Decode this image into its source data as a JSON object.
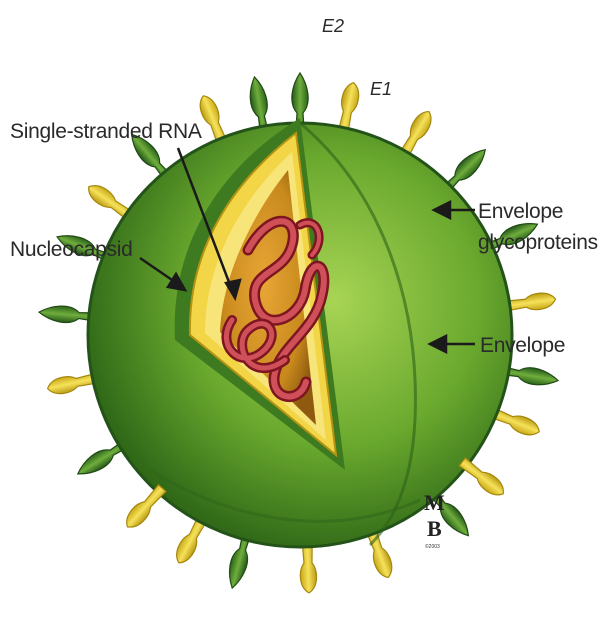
{
  "labels": {
    "e2": "E2",
    "e1": "E1",
    "rna": "Single-stranded RNA",
    "nucleocapsid": "Nucleocapsid",
    "glyco_line1": "Envelope",
    "glyco_line2": "glycoproteins",
    "envelope": "Envelope"
  },
  "artist_mark": {
    "letters": "M B",
    "caption": "©2003"
  },
  "colors": {
    "envelope_dark": "#2f6b18",
    "envelope_mid": "#5e9d2a",
    "envelope_light": "#9ccf4a",
    "capsid_yellow": "#f2d648",
    "capsid_inner": "#c98a1d",
    "rna": "#b8303a",
    "spike_yellow": "#ecd230",
    "spike_green": "#3f7d22"
  }
}
